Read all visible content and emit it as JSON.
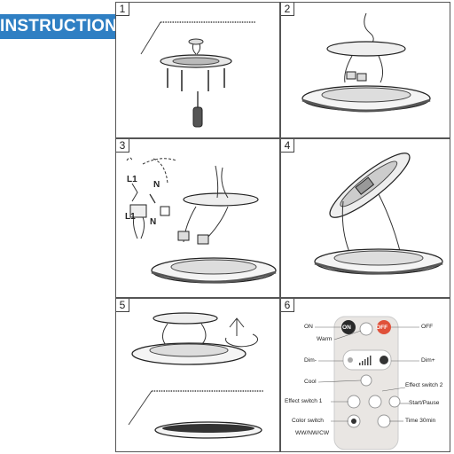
{
  "banner": {
    "title": "INSTRUCTION"
  },
  "steps": [
    {
      "number": "1"
    },
    {
      "number": "2"
    },
    {
      "number": "3",
      "wires": {
        "l1_top": "L1",
        "n_top": "N",
        "l1_bottom": "L1",
        "n_bottom": "N"
      }
    },
    {
      "number": "4"
    },
    {
      "number": "5"
    },
    {
      "number": "6"
    }
  ],
  "remote": {
    "on_button": "ON",
    "off_button": "OFF",
    "labels": {
      "on": "ON",
      "off": "OFF",
      "warm": "Warm",
      "dim_minus": "Dim-",
      "dim_plus": "Dim+",
      "cool": "Cool",
      "effect_switch_1": "Effect switch 1",
      "effect_switch_2": "Effect switch 2",
      "start_pause": "Start/Pause",
      "color_switch": "Color switch",
      "time_30min": "Time 30min",
      "ww_nw_cw": "WW/NW/CW"
    },
    "colors": {
      "on": "#2a2a2a",
      "off": "#e0513a",
      "body": "#e9e6e3"
    }
  }
}
